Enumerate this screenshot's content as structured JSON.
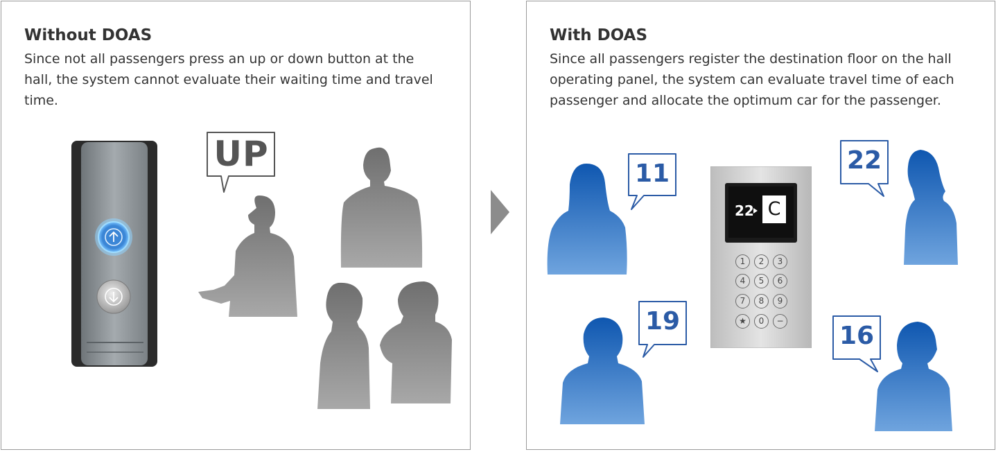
{
  "left_panel": {
    "title": "Without DOAS",
    "description": "Since not all passengers press an up or down button at the hall, the system cannot evaluate their waiting time and travel time.",
    "bubble_text": "UP",
    "icons": [
      "hall-button-panel",
      "up-arrow-icon",
      "down-arrow-icon",
      "gray-passenger-silhouettes"
    ]
  },
  "right_panel": {
    "title": "With DOAS",
    "description": "Since all passengers register the destination floor on the hall operating panel, the system can evaluate travel time of each passenger and allocate the optimum car for the passenger.",
    "bubbles": [
      "11",
      "19",
      "22",
      "16"
    ],
    "display": {
      "floor": "22",
      "car": "C"
    },
    "keypad": [
      "1",
      "2",
      "3",
      "4",
      "5",
      "6",
      "7",
      "8",
      "9",
      "★",
      "0",
      "−"
    ],
    "icons": [
      "hall-operating-panel",
      "blue-passenger-silhouettes"
    ]
  },
  "colors": {
    "blue_number": "#2b5ba6",
    "blue_silhouette": "#1e68c0",
    "gray_silhouette": "#8a8a8a",
    "arrow": "#8c8c8c"
  }
}
